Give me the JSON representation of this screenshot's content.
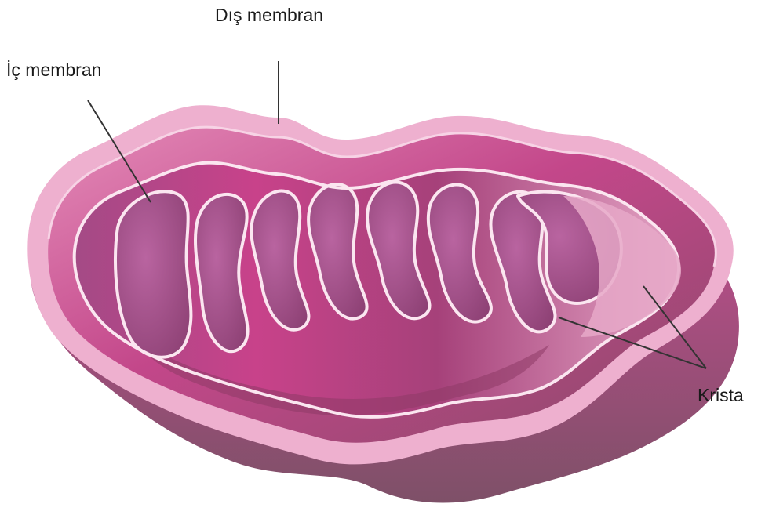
{
  "labels": {
    "outer_membrane": "Dış membran",
    "inner_membrane": "İç membran",
    "cristae": "Krista"
  },
  "colors": {
    "outer_light": "#f0b8d4",
    "outer_edge": "#e6a3c6",
    "intermembrane": "#b24f86",
    "matrix": "#c8428a",
    "matrix_shadow": "#8e3a66",
    "membrane_line": "#fbe6f0",
    "leader_line": "#333333"
  }
}
